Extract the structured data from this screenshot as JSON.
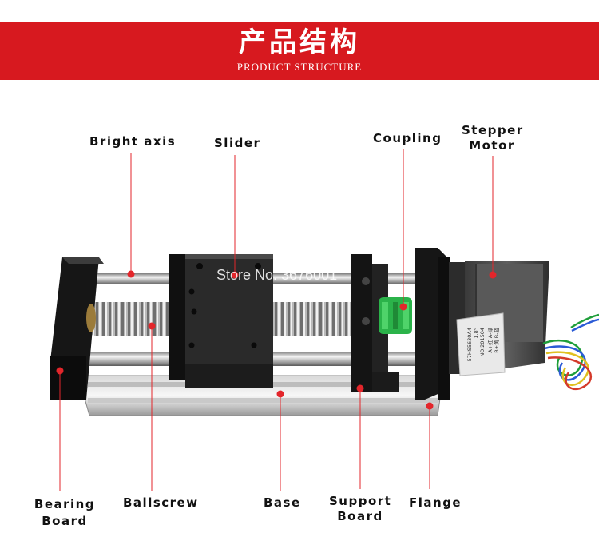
{
  "banner": {
    "title": "产品结构",
    "subtitle": "PRODUCT STRUCTURE",
    "color": "#d7191f"
  },
  "watermark": "Store No: 3676001",
  "motor_label": {
    "line1": "57HS5630A4",
    "line2": "1.8°",
    "line3": "NO.201504",
    "line4": "A+红 A-绿",
    "line5": "B+黄 B-蓝"
  },
  "labels": {
    "bright_axis": "Bright axis",
    "slider": "Slider",
    "coupling": "Coupling",
    "stepper_motor_1": "Stepper",
    "stepper_motor_2": "Motor",
    "bearing_board_1": "Bearing",
    "bearing_board_2": "Board",
    "ballscrew": "Ballscrew",
    "base": "Base",
    "support_board_1": "Support",
    "support_board_2": "Board",
    "flange": "Flange"
  },
  "colors": {
    "leader_line": "#e3262b",
    "marker_dot": "#e3262b",
    "coupling_green": "#2bb34a"
  }
}
